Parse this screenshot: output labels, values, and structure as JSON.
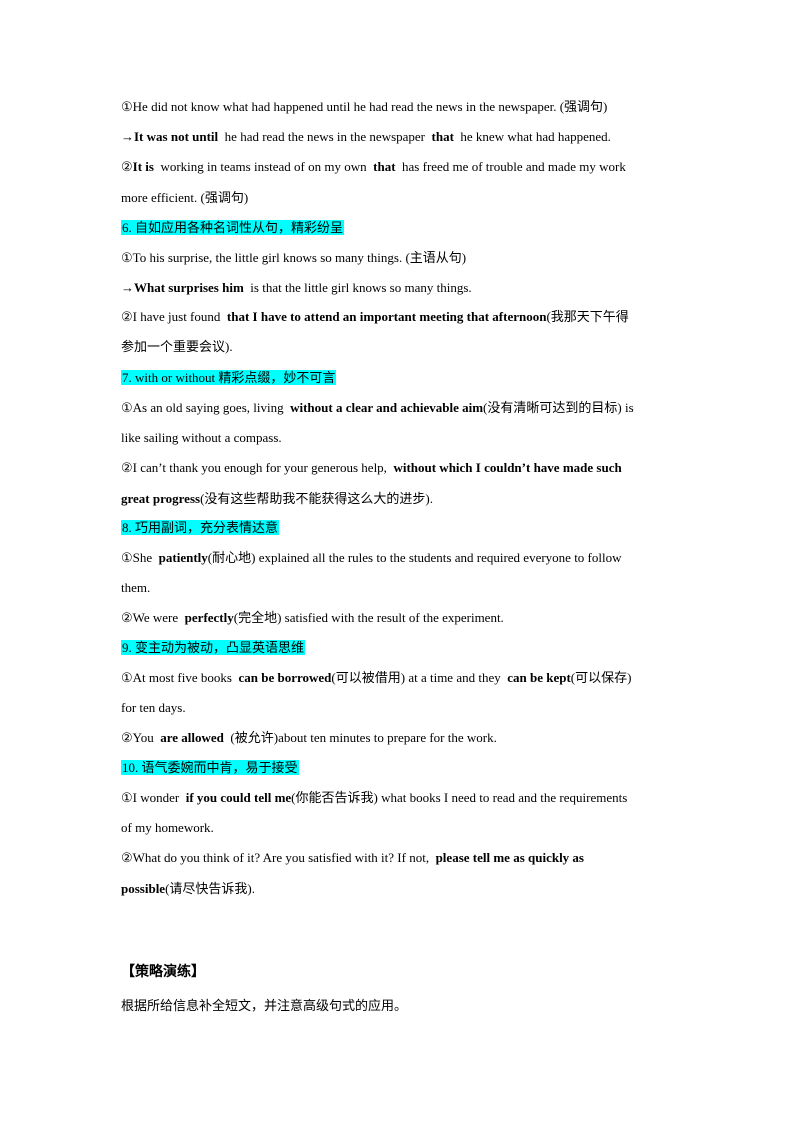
{
  "lines": [
    {
      "segs": [
        {
          "t": "①He did not know what had happened until he had read the news in the newspaper. (强调句)"
        }
      ]
    },
    {
      "segs": [
        {
          "t": "→"
        },
        {
          "t": "It was not until",
          "b": true
        },
        {
          "t": "  he had read the news in the newspaper  "
        },
        {
          "t": "that",
          "b": true
        },
        {
          "t": "  he knew what had happened."
        }
      ]
    },
    {
      "segs": [
        {
          "t": "②"
        },
        {
          "t": "It is",
          "b": true
        },
        {
          "t": "  working in teams instead of on my own  "
        },
        {
          "t": "that",
          "b": true
        },
        {
          "t": "  has freed me of trouble and made my work"
        }
      ]
    },
    {
      "segs": [
        {
          "t": "more efficient. (强调句)"
        }
      ]
    },
    {
      "heading": "6. 自如应用各种名词性从句，精彩纷呈"
    },
    {
      "segs": [
        {
          "t": "①To his surprise, the little girl knows so many things. (主语从句)"
        }
      ]
    },
    {
      "segs": [
        {
          "t": "→"
        },
        {
          "t": "What surprises him",
          "b": true
        },
        {
          "t": "  is that the little girl knows so many things."
        }
      ]
    },
    {
      "segs": [
        {
          "t": "②I have just found  "
        },
        {
          "t": "that I have to attend an important meeting that afternoon",
          "b": true
        },
        {
          "t": "(我那天下午得"
        }
      ]
    },
    {
      "segs": [
        {
          "t": "参加一个重要会议)."
        }
      ]
    },
    {
      "heading": "7. with or without 精彩点缀，妙不可言"
    },
    {
      "segs": [
        {
          "t": "①As an old saying goes, living  "
        },
        {
          "t": "without a clear and achievable aim",
          "b": true
        },
        {
          "t": "(没有清晰可达到的目标) is"
        }
      ]
    },
    {
      "segs": [
        {
          "t": "like sailing without a compass."
        }
      ]
    },
    {
      "segs": [
        {
          "t": "②I can’t thank you enough for your generous help,  "
        },
        {
          "t": "without which I couldn’t have made such",
          "b": true
        }
      ]
    },
    {
      "segs": [
        {
          "t": "great progress",
          "b": true
        },
        {
          "t": "(没有这些帮助我不能获得这么大的进步)."
        }
      ]
    },
    {
      "heading": "8. 巧用副词，充分表情达意"
    },
    {
      "segs": [
        {
          "t": "①She  "
        },
        {
          "t": "patiently",
          "b": true
        },
        {
          "t": "(耐心地) explained all the rules to the students and required everyone to follow"
        }
      ]
    },
    {
      "segs": [
        {
          "t": "them."
        }
      ]
    },
    {
      "segs": [
        {
          "t": "②We were  "
        },
        {
          "t": "perfectly",
          "b": true
        },
        {
          "t": "(完全地) satisfied with the result of the experiment."
        }
      ]
    },
    {
      "heading": "9. 变主动为被动，凸显英语思维"
    },
    {
      "segs": [
        {
          "t": "①At most five books  "
        },
        {
          "t": "can be borrowed",
          "b": true
        },
        {
          "t": "(可以被借用) at a time and they  "
        },
        {
          "t": "can be kept",
          "b": true
        },
        {
          "t": "(可以保存)"
        }
      ]
    },
    {
      "segs": [
        {
          "t": "for ten days."
        }
      ]
    },
    {
      "segs": [
        {
          "t": "②You  "
        },
        {
          "t": "are allowed",
          "b": true
        },
        {
          "t": "  (被允许)about ten minutes to prepare for the work."
        }
      ]
    },
    {
      "heading": "10. 语气委婉而中肯，易于接受"
    },
    {
      "segs": [
        {
          "t": "①I wonder  "
        },
        {
          "t": "if you could tell me",
          "b": true
        },
        {
          "t": "(你能否告诉我) what books I need to read and the requirements"
        }
      ]
    },
    {
      "segs": [
        {
          "t": "of my homework."
        }
      ]
    },
    {
      "segs": [
        {
          "t": "②What do you think of it? Are you satisfied with it? If not,  "
        },
        {
          "t": "please tell me as quickly as",
          "b": true
        }
      ]
    },
    {
      "segs": [
        {
          "t": "possible",
          "b": true
        },
        {
          "t": "(请尽快告诉我)."
        }
      ]
    }
  ],
  "strategy_title": "【策略演练】",
  "strategy_instruction": "根据所给信息补全短文，并注意高级句式的应用。"
}
